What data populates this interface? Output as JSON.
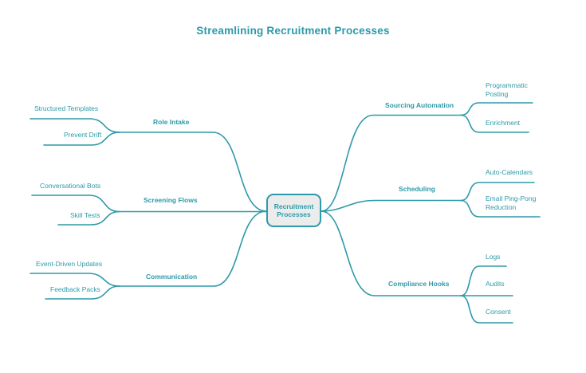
{
  "title": "Streamlining Recruitment Processes",
  "colors": {
    "accent": "#2d9aa9",
    "root_node_fill": "#ececec",
    "background": "#ffffff"
  },
  "mindmap": {
    "root": "Recruitment Processes",
    "left": [
      {
        "label": "Role Intake",
        "children": [
          "Structured Templates",
          "Prevent Drift"
        ]
      },
      {
        "label": "Screening Flows",
        "children": [
          "Conversational Bots",
          "Skill Tests"
        ]
      },
      {
        "label": "Communication",
        "children": [
          "Event-Driven Updates",
          "Feedback Packs"
        ]
      }
    ],
    "right": [
      {
        "label": "Sourcing Automation",
        "children": [
          "Programmatic Posting",
          "Enrichment"
        ]
      },
      {
        "label": "Scheduling",
        "children": [
          "Auto-Calendars",
          "Email Ping-Pong Reduction"
        ]
      },
      {
        "label": "Compliance Hooks",
        "children": [
          "Logs",
          "Audits",
          "Consent"
        ]
      }
    ]
  }
}
